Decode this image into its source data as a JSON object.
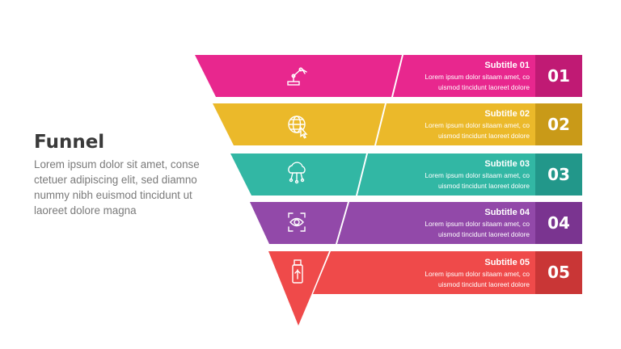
{
  "header": {
    "title": "Funnel",
    "description": "Lorem ipsum dolor sit amet, conse ctetuer adipiscing elit, sed diamno nummy nibh euismod tincidunt ut laoreet dolore magna"
  },
  "steps": [
    {
      "subtitle": "Subtitle 01",
      "text": "Lorem ipsum dolor sitaam amet, co uismod tincidunt laoreet dolore",
      "number": "01",
      "color": "#e8278e",
      "dark": "#c01a74",
      "icon": "robot-arm-icon"
    },
    {
      "subtitle": "Subtitle 02",
      "text": "Lorem ipsum dolor sitaam amet, co uismod tincidunt laoreet dolore",
      "number": "02",
      "color": "#ebb92a",
      "dark": "#c99a18",
      "icon": "globe-cursor-icon"
    },
    {
      "subtitle": "Subtitle 03",
      "text": "Lorem ipsum dolor sitaam amet, co uismod tincidunt laoreet dolore",
      "number": "03",
      "color": "#32b7a4",
      "dark": "#22978a",
      "icon": "cloud-network-icon"
    },
    {
      "subtitle": "Subtitle 04",
      "text": "Lorem ipsum dolor sitaam amet, co uismod tincidunt laoreet dolore",
      "number": "04",
      "color": "#9249a9",
      "dark": "#7a3490",
      "icon": "eye-scan-icon"
    },
    {
      "subtitle": "Subtitle 05",
      "text": "Lorem ipsum dolor sitaam amet, co uismod tincidunt laoreet dolore",
      "number": "05",
      "color": "#ef4a4a",
      "dark": "#c93636",
      "icon": "usb-drive-icon"
    }
  ]
}
